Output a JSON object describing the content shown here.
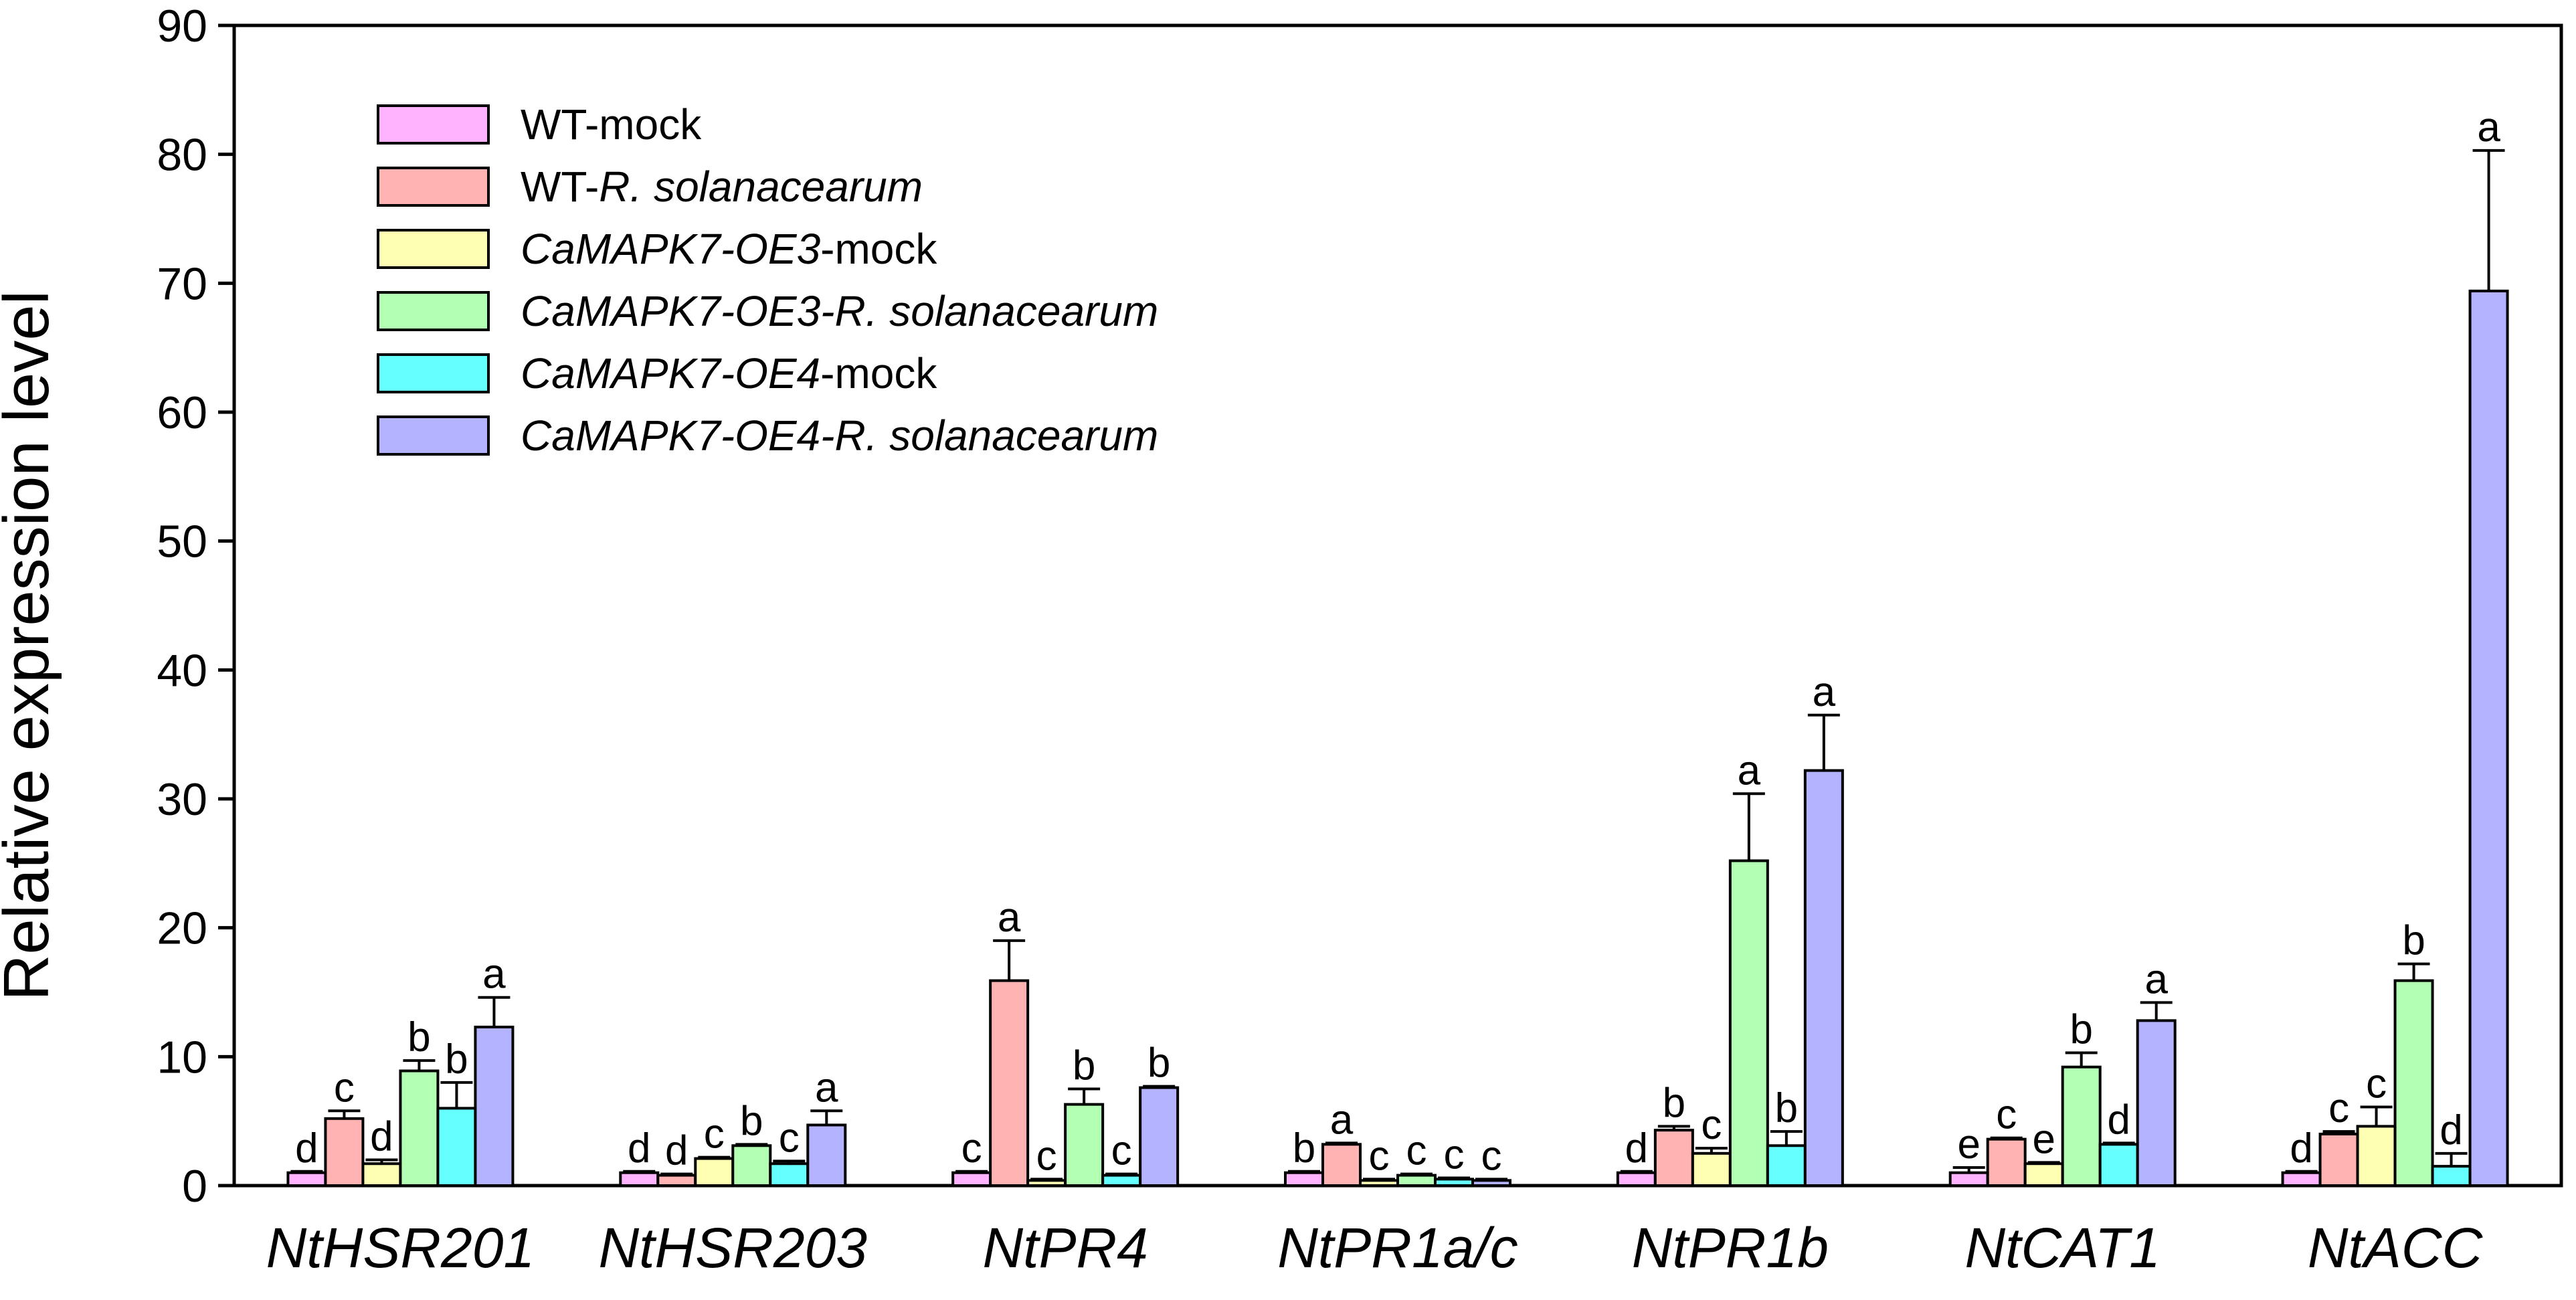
{
  "chart_data": {
    "type": "bar",
    "xlabel": "",
    "ylabel": "Relative expression level",
    "ylim": [
      0,
      90
    ],
    "yticks": [
      0,
      10,
      20,
      30,
      40,
      50,
      60,
      70,
      80,
      90
    ],
    "grid": false,
    "legend_position": "top-left",
    "categories": [
      "NtHSR201",
      "NtHSR203",
      "NtPR4",
      "NtPR1a/c",
      "NtPR1b",
      "NtCAT1",
      "NtACC"
    ],
    "series": [
      {
        "name": "WT-mock",
        "legend_parts": [
          {
            "text": "WT-mock",
            "italic": false
          }
        ],
        "color": "#ffb3ff",
        "values": [
          1.0,
          1.0,
          1.0,
          1.0,
          1.0,
          1.0,
          1.0
        ],
        "errors": [
          0.1,
          0.1,
          0.1,
          0.1,
          0.1,
          0.4,
          0.1
        ],
        "letters": [
          "d",
          "d",
          "c",
          "b",
          "d",
          "e",
          "d"
        ]
      },
      {
        "name": "WT-R. solanacearum",
        "legend_parts": [
          {
            "text": "WT-",
            "italic": false
          },
          {
            "text": "R. solanacearum",
            "italic": true
          }
        ],
        "color": "#ffb3b3",
        "values": [
          5.2,
          0.8,
          15.9,
          3.2,
          4.3,
          3.6,
          4.0
        ],
        "errors": [
          0.6,
          0.1,
          3.1,
          0.1,
          0.3,
          0.1,
          0.2
        ],
        "letters": [
          "c",
          "d",
          "a",
          "a",
          "b",
          "c",
          "c"
        ]
      },
      {
        "name": "CaMAPK7-OE3-mock",
        "legend_parts": [
          {
            "text": "CaMAPK7-OE3",
            "italic": true
          },
          {
            "text": "-mock",
            "italic": false
          }
        ],
        "color": "#ffffb3",
        "values": [
          1.7,
          2.1,
          0.4,
          0.4,
          2.5,
          1.7,
          4.6
        ],
        "errors": [
          0.3,
          0.1,
          0.1,
          0.1,
          0.4,
          0.1,
          1.5
        ],
        "letters": [
          "d",
          "c",
          "c",
          "c",
          "c",
          "e",
          "c"
        ]
      },
      {
        "name": "CaMAPK7-OE3-R. solanacearum",
        "legend_parts": [
          {
            "text": "CaMAPK7-OE3-R. solanacearum",
            "italic": true
          }
        ],
        "color": "#b3ffb3",
        "values": [
          8.9,
          3.1,
          6.3,
          0.8,
          25.2,
          9.2,
          15.9
        ],
        "errors": [
          0.8,
          0.1,
          1.2,
          0.1,
          5.2,
          1.1,
          1.3
        ],
        "letters": [
          "b",
          "b",
          "b",
          "c",
          "a",
          "b",
          "b"
        ]
      },
      {
        "name": "CaMAPK7-OE4-mock",
        "legend_parts": [
          {
            "text": "CaMAPK7-OE4",
            "italic": true
          },
          {
            "text": "-mock",
            "italic": false
          }
        ],
        "color": "#66ffff",
        "values": [
          6.0,
          1.7,
          0.8,
          0.5,
          3.1,
          3.2,
          1.5
        ],
        "errors": [
          2.0,
          0.2,
          0.1,
          0.1,
          1.1,
          0.1,
          1.0
        ],
        "letters": [
          "b",
          "c",
          "c",
          "c",
          "b",
          "d",
          "d"
        ]
      },
      {
        "name": "CaMAPK7-OE4-R. solanacearum",
        "legend_parts": [
          {
            "text": "CaMAPK7-OE4-R. solanacearum",
            "italic": true
          }
        ],
        "color": "#b3b3ff",
        "values": [
          12.3,
          4.7,
          7.6,
          0.4,
          32.2,
          12.8,
          69.4
        ],
        "errors": [
          2.3,
          1.1,
          0.1,
          0.1,
          4.3,
          1.4,
          10.9
        ],
        "letters": [
          "a",
          "a",
          "b",
          "c",
          "a",
          "a",
          "a"
        ]
      }
    ]
  }
}
